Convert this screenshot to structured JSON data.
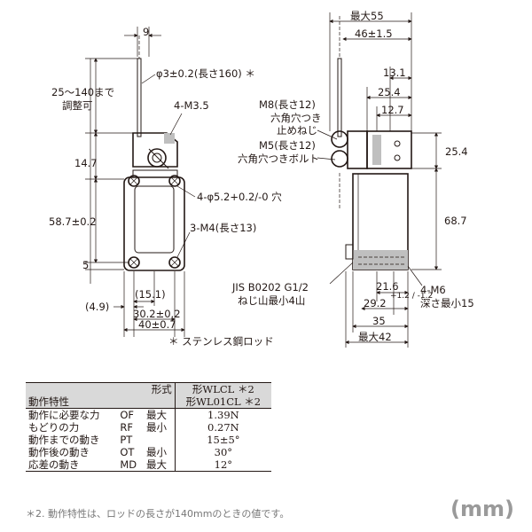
{
  "front_view": {
    "dim_9": "9",
    "rod_dia": "φ3±0.2(長さ160) ＊",
    "adjust_range": "25～140まで",
    "adjust_range2": "調整可",
    "dim_4m35": "4-M3.5",
    "dim_147": "14.7",
    "hole": "4-φ5.2+0.2/-0 穴",
    "dim_587": "58.7±0.2",
    "dim_3m4": "3-M4(長さ13)",
    "dim_5": "5",
    "dim_151": "(15.1)",
    "dim_49": "(4.9)",
    "dim_302": "30.2±0.2",
    "dim_40": "40±0.7",
    "stainless_note": "＊ ステンレス鋼ロッド"
  },
  "side_view": {
    "max55": "最大55",
    "dim_46": "46±1.5",
    "dim_131": "13.1",
    "dim_254": "25.4",
    "dim_127": "12.7",
    "m8_line1": "M8(長さ12)",
    "m8_line2": "六角穴つき",
    "m8_line3": "止めねじ",
    "m5_line1": "M5(長さ12)",
    "m5_line2": "六角穴つきボルト",
    "dim_254b": "25.4",
    "dim_687": "68.7",
    "jis_line1": "JIS B0202 G1/2",
    "jis_line2": "ねじ山最小4山",
    "dim_216": "21.6",
    "dim_292": "29.2",
    "dim_292_tol": "+1.2 / -1.2",
    "dim_4m6_1": "4-M6",
    "dim_4m6_2": "深さ最小15",
    "dim_35": "35",
    "max42": "最大42"
  },
  "table": {
    "header_label": "動作特性",
    "model_label": "形式",
    "model1": "形WLCL ＊2",
    "model2": "形WL01CL ＊2",
    "rows": [
      {
        "name": "動作に必要な力",
        "abbr": "OF",
        "limit": "最大",
        "value": "1.39N"
      },
      {
        "name": "もどりの力",
        "abbr": "RF",
        "limit": "最小",
        "value": "0.27N"
      },
      {
        "name": "動作までの動き",
        "abbr": "PT",
        "limit": "",
        "value": "15±5°"
      },
      {
        "name": "動作後の動き",
        "abbr": "OT",
        "limit": "最小",
        "value": "30°"
      },
      {
        "name": "応差の動き",
        "abbr": "MD",
        "limit": "最大",
        "value": "12°"
      }
    ]
  },
  "footnote": "＊2. 動作特性は、ロッドの長さが140mmのときの値です。",
  "unit": "(mm)"
}
